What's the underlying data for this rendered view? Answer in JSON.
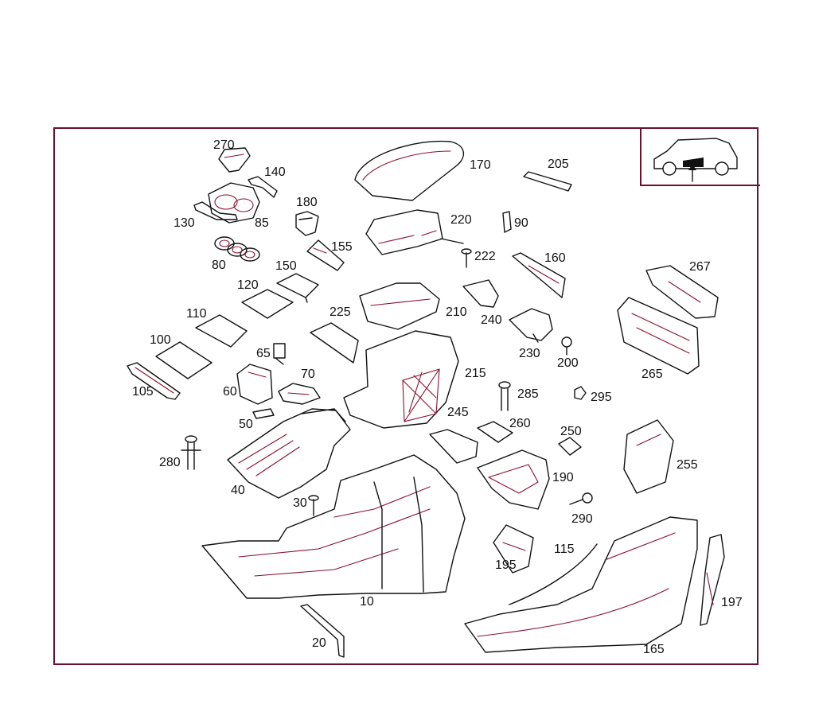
{
  "colors": {
    "frame": "#6b0f2a",
    "outline": "#111111",
    "accent": "#8a1030",
    "background": "#ffffff"
  },
  "icons": {
    "locator": "vehicle-locator-icon"
  },
  "part_labels": {
    "p10": "10",
    "p20": "20",
    "p30": "30",
    "p40": "40",
    "p50": "50",
    "p60": "60",
    "p65": "65",
    "p70": "70",
    "p80": "80",
    "p85": "85",
    "p90": "90",
    "p100": "100",
    "p105": "105",
    "p110": "110",
    "p115": "115",
    "p120": "120",
    "p130": "130",
    "p140": "140",
    "p150": "150",
    "p155": "155",
    "p160": "160",
    "p165": "165",
    "p170": "170",
    "p180": "180",
    "p190": "190",
    "p195": "195",
    "p197": "197",
    "p200": "200",
    "p205": "205",
    "p210": "210",
    "p215": "215",
    "p220": "220",
    "p222": "222",
    "p225": "225",
    "p230": "230",
    "p240": "240",
    "p245": "245",
    "p250": "250",
    "p255": "255",
    "p260": "260",
    "p265": "265",
    "p267": "267",
    "p270": "270",
    "p280": "280",
    "p285": "285",
    "p290": "290",
    "p295": "295"
  }
}
